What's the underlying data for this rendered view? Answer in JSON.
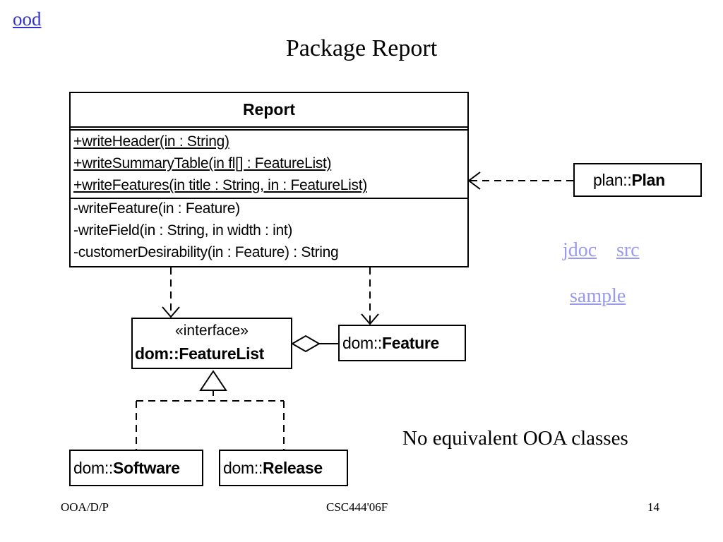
{
  "nav": {
    "top_link": "ood"
  },
  "slide": {
    "title": "Package Report"
  },
  "report_class": {
    "name": "Report",
    "static_ops": [
      "+writeHeader(in  : String)",
      "+writeSummaryTable(in fl[] : FeatureList)",
      "+writeFeatures(in title : String, in  : FeatureList)"
    ],
    "private_ops": [
      "-writeFeature(in  : Feature)",
      "-writeField(in  : String, in width : int)",
      "-customerDesirability(in  : Feature) : String"
    ]
  },
  "plan_box": {
    "prefix": "plan::",
    "name": "Plan"
  },
  "featurelist_box": {
    "stereotype": "«interface»",
    "name": "dom::FeatureList"
  },
  "feature_box": {
    "prefix": "dom::",
    "name": "Feature"
  },
  "software_box": {
    "prefix": "dom::",
    "name": "Software"
  },
  "release_box": {
    "prefix": "dom::",
    "name": "Release"
  },
  "links": {
    "jdoc": "jdoc",
    "src": "src",
    "sample": "sample"
  },
  "note": "No equivalent OOA classes",
  "footer": {
    "left": "OOA/D/P",
    "center": "CSC444'06F",
    "right": "14"
  }
}
